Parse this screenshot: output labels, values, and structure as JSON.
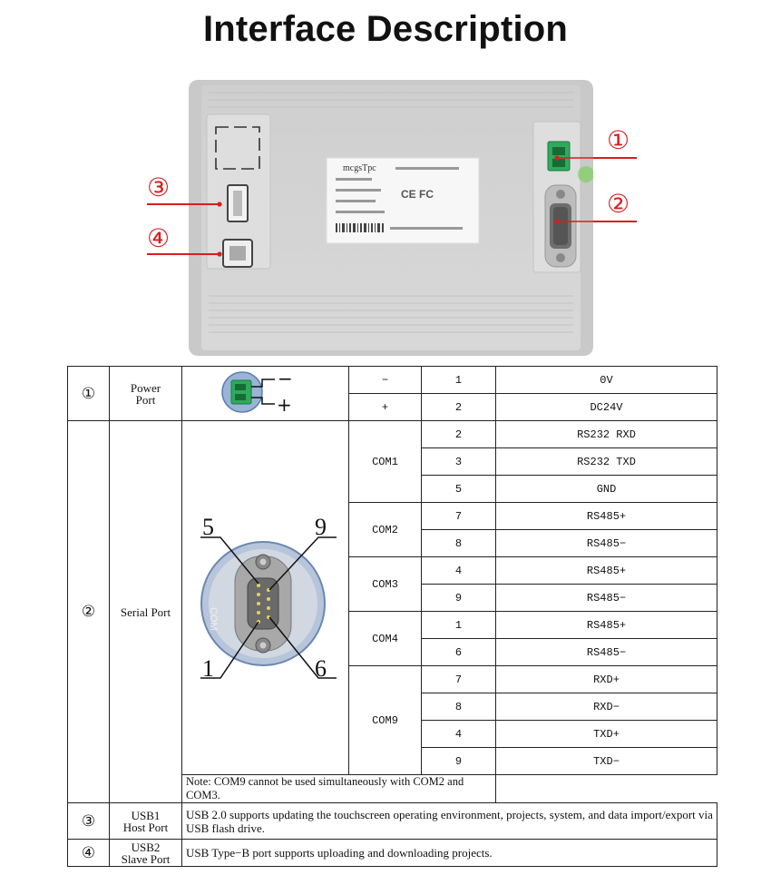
{
  "page": {
    "title": "Interface Description"
  },
  "device": {
    "brand": "mcgsTpc",
    "callouts": [
      "①",
      "②",
      "③",
      "④"
    ]
  },
  "power": {
    "number": "①",
    "label_line1": "Power",
    "label_line2": "Port",
    "minus_symbol": "−",
    "plus_symbol": "+",
    "pins": [
      {
        "sign": "−",
        "pin": "1",
        "signal": "0V"
      },
      {
        "sign": "+",
        "pin": "2",
        "signal": "DC24V"
      }
    ]
  },
  "serial": {
    "number": "②",
    "label": "Serial Port",
    "pin_labels": {
      "top_left": "5",
      "top_right": "9",
      "bottom_left": "1",
      "bottom_right": "6",
      "side_text": "COM"
    },
    "groups": [
      {
        "name": "COM1",
        "rows": [
          {
            "pin": "2",
            "signal": "RS232 RXD"
          },
          {
            "pin": "3",
            "signal": "RS232 TXD"
          },
          {
            "pin": "5",
            "signal": "GND"
          }
        ]
      },
      {
        "name": "COM2",
        "rows": [
          {
            "pin": "7",
            "signal": "RS485+"
          },
          {
            "pin": "8",
            "signal": "RS485−"
          }
        ]
      },
      {
        "name": "COM3",
        "rows": [
          {
            "pin": "4",
            "signal": "RS485+"
          },
          {
            "pin": "9",
            "signal": "RS485−"
          }
        ]
      },
      {
        "name": "COM4",
        "rows": [
          {
            "pin": "1",
            "signal": "RS485+"
          },
          {
            "pin": "6",
            "signal": "RS485−"
          }
        ]
      },
      {
        "name": "COM9",
        "rows": [
          {
            "pin": "7",
            "signal": "RXD+"
          },
          {
            "pin": "8",
            "signal": "RXD−"
          },
          {
            "pin": "4",
            "signal": "TXD+"
          },
          {
            "pin": "9",
            "signal": "TXD−"
          }
        ]
      }
    ],
    "note": "Note: COM9 cannot be used simultaneously with COM2 and COM3."
  },
  "usb1": {
    "number": "③",
    "label_line1": "USB1",
    "label_line2": "Host Port",
    "description": "USB 2.0 supports updating the touchscreen operating environment, projects, system, and data import/export via USB flash drive."
  },
  "usb2": {
    "number": "④",
    "label_line1": "USB2",
    "label_line2": "Slave Port",
    "description": "USB Type−B port supports uploading and downloading projects."
  },
  "colors": {
    "callout_red": "#d81e1e",
    "terminal_green": "#2eaa5c",
    "panel_gray": "#d9d9d9"
  }
}
